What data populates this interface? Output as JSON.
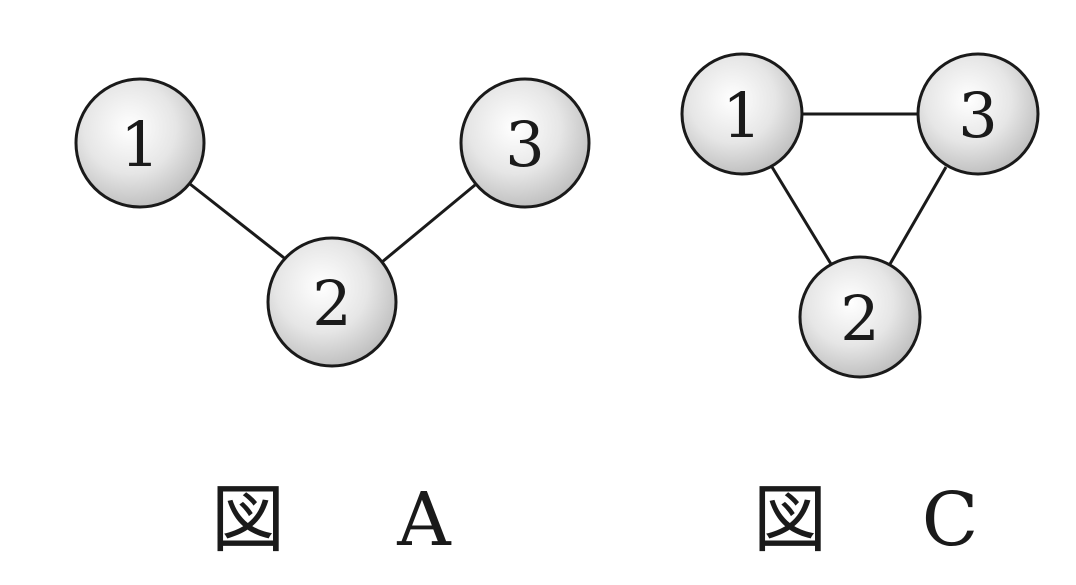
{
  "figures": [
    {
      "id": "A",
      "caption_prefix": "図",
      "caption_letter": "A",
      "nodes": [
        {
          "id": "1",
          "label": "1"
        },
        {
          "id": "2",
          "label": "2"
        },
        {
          "id": "3",
          "label": "3"
        }
      ],
      "edges": [
        [
          "1",
          "2"
        ],
        [
          "2",
          "3"
        ]
      ]
    },
    {
      "id": "C",
      "caption_prefix": "図",
      "caption_letter": "C",
      "nodes": [
        {
          "id": "1",
          "label": "1"
        },
        {
          "id": "2",
          "label": "2"
        },
        {
          "id": "3",
          "label": "3"
        }
      ],
      "edges": [
        [
          "1",
          "3"
        ],
        [
          "1",
          "2"
        ],
        [
          "2",
          "3"
        ]
      ]
    }
  ],
  "colors": {
    "node_fill_center": "#ffffff",
    "node_fill_edge": "#bdbdbd",
    "stroke": "#1a1a1a"
  }
}
